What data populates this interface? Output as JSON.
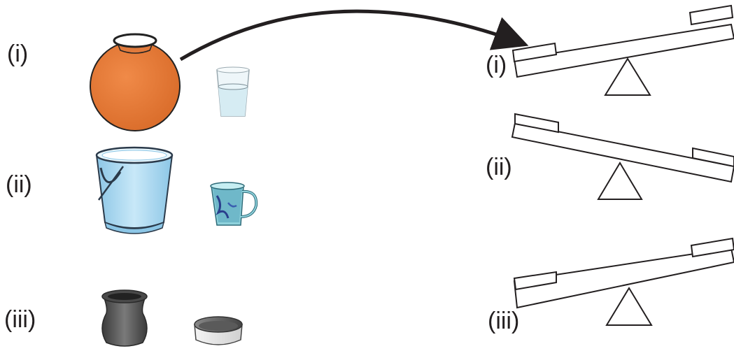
{
  "left_labels": [
    "(i)",
    "(ii)",
    "(iii)"
  ],
  "balance_labels": [
    "(i)",
    "(ii)",
    "(iii)"
  ],
  "colors": {
    "pot": "#e0783a",
    "pot_outline": "#222222",
    "bucket": "#a9d6ee",
    "bucket_outline": "#2b3a4a",
    "mug": "#6fb8c9",
    "lota": "#5a5a5a",
    "bowl": "#9a9a9a",
    "line": "#231f20",
    "arrow": "#231f20"
  },
  "items": [
    {
      "row": "(i)",
      "large": "pot-icon",
      "small": "water-glass-icon"
    },
    {
      "row": "(ii)",
      "large": "bucket-icon",
      "small": "mug-icon"
    },
    {
      "row": "(iii)",
      "large": "lota-icon",
      "small": "bowl-icon"
    }
  ],
  "balances": [
    {
      "label": "(i)",
      "heavier_side": "left"
    },
    {
      "label": "(ii)",
      "heavier_side": "right"
    },
    {
      "label": "(iii)",
      "heavier_side": "left"
    }
  ]
}
